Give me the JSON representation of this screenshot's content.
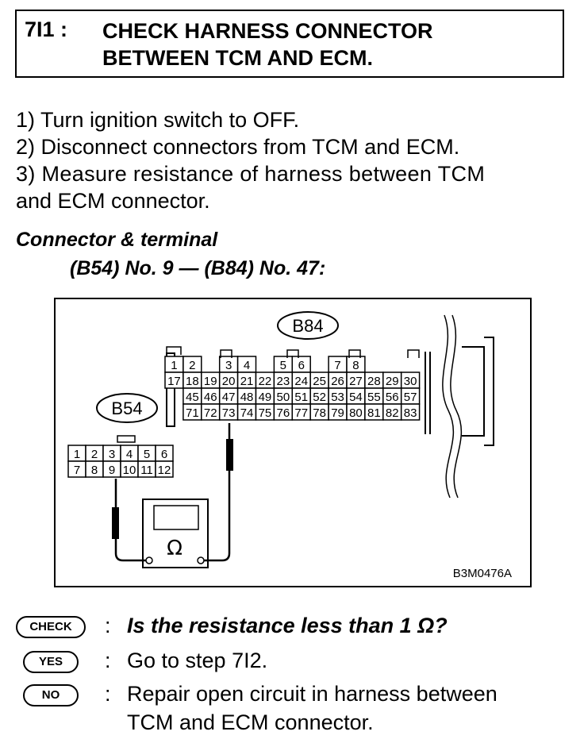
{
  "header": {
    "step_id": "7I1 :",
    "title_line1": "CHECK HARNESS CONNECTOR",
    "title_line2": "BETWEEN TCM AND ECM."
  },
  "procedure": [
    "1)  Turn ignition switch to OFF.",
    "2)  Disconnect connectors from TCM and ECM.",
    "3)  Measure resistance of harness between TCM",
    "and ECM connector."
  ],
  "connector_heading": {
    "line1": "Connector & terminal",
    "line2": "(B54) No. 9 — (B84) No. 47:"
  },
  "figure": {
    "ecm_connector_label": "B84",
    "tcm_connector_label": "B54",
    "meter_symbol": "Ω",
    "figure_code": "B3M0476A",
    "b84_rows": [
      [
        "1",
        "2",
        "",
        "3",
        "4",
        "",
        "5",
        "6",
        "",
        "7",
        "8",
        ""
      ],
      [
        "17",
        "18",
        "19",
        "20",
        "21",
        "22",
        "23",
        "24",
        "25",
        "26",
        "27",
        "28",
        "29",
        "30"
      ],
      [
        "45",
        "46",
        "47",
        "48",
        "49",
        "50",
        "51",
        "52",
        "53",
        "54",
        "55",
        "56",
        "57"
      ],
      [
        "71",
        "72",
        "73",
        "74",
        "75",
        "76",
        "77",
        "78",
        "79",
        "80",
        "81",
        "82",
        "83"
      ]
    ],
    "b54_rows": [
      [
        "1",
        "2",
        "3",
        "4",
        "5",
        "6"
      ],
      [
        "7",
        "8",
        "9",
        "10",
        "11",
        "12"
      ]
    ]
  },
  "answers": {
    "check_badge": "CHECK",
    "question": "Is the resistance less than 1 Ω?",
    "yes_badge": "YES",
    "yes_text": "Go to step 7I2.",
    "no_badge": "NO",
    "no_text_line1": "Repair open circuit in harness between",
    "no_text_line2": "TCM and ECM connector.",
    "separator": ":"
  }
}
